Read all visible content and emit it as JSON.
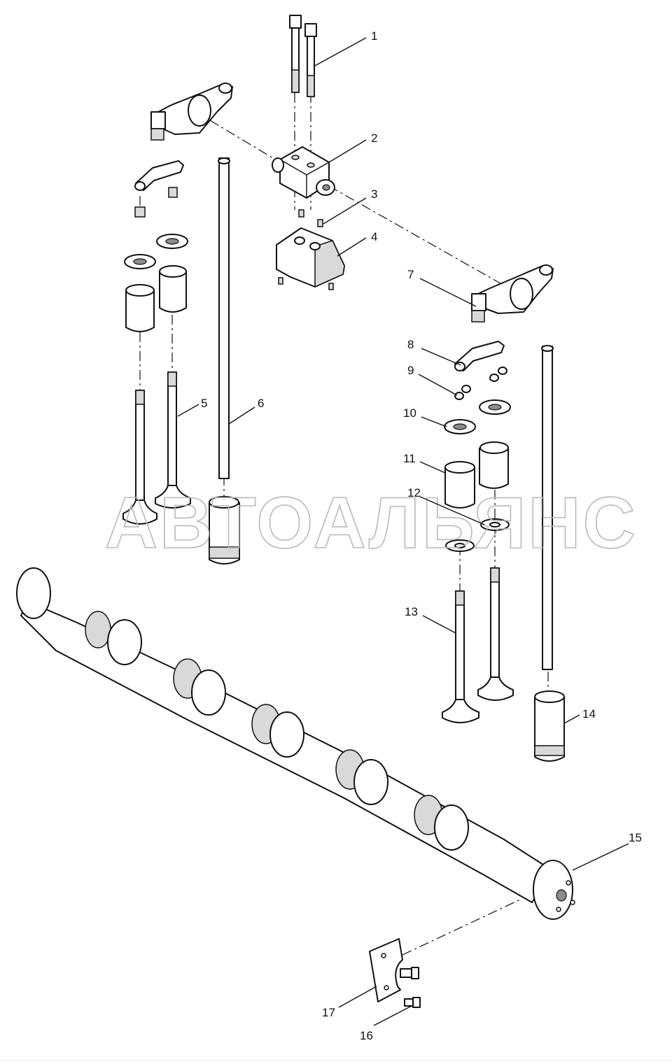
{
  "diagram": {
    "callouts": [
      "1",
      "2",
      "3",
      "4",
      "5",
      "6",
      "7",
      "8",
      "9",
      "10",
      "11",
      "12",
      "13",
      "14",
      "15",
      "16",
      "17"
    ],
    "watermark": "АВТОАЛЬЯНС"
  }
}
